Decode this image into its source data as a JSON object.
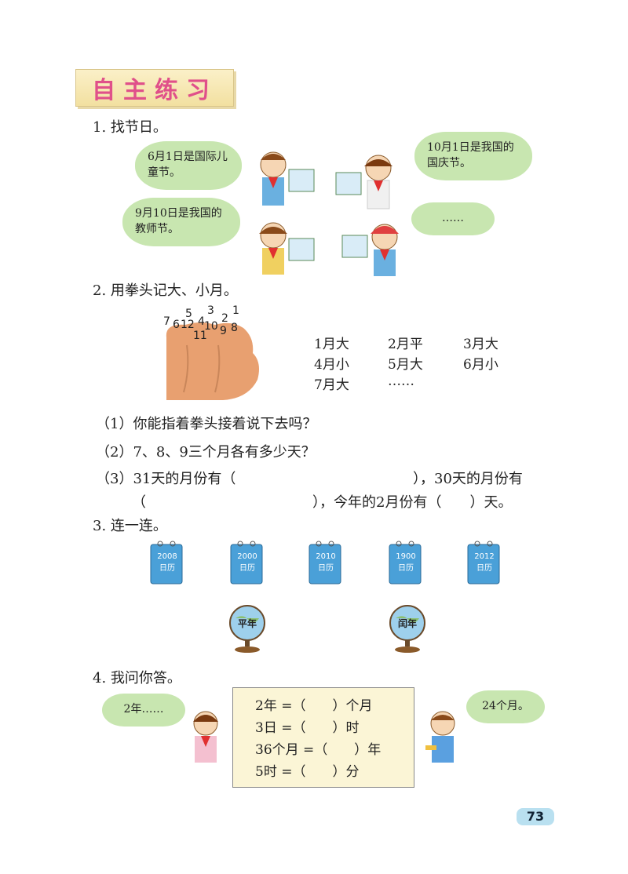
{
  "title": "自主练习",
  "q1": {
    "label": "1. 找节日。",
    "bubbles": [
      "6月1日是国际儿童节。",
      "10月1日是我国的国庆节。",
      "9月10日是我国的教师节。",
      "……"
    ]
  },
  "q2": {
    "label": "2. 用拳头记大、小月。",
    "knuckle_numbers": [
      "7",
      "6",
      "12",
      "5",
      "4",
      "11",
      "3",
      "10",
      "2",
      "9",
      "1",
      "8"
    ],
    "months": [
      [
        "1月大",
        "2月平",
        "3月大"
      ],
      [
        "4月小",
        "5月大",
        "6月小"
      ],
      [
        "7月大",
        "……"
      ]
    ],
    "sub1": "（1）你能指着拳头接着说下去吗？",
    "sub2": "（2）7、8、9三个月各有多少天？",
    "sub3a": "（3）31天的月份有（",
    "sub3b": "），30天的月份有",
    "sub3c": "（",
    "sub3d": "），今年的2月份有（　　）天。"
  },
  "q3": {
    "label": "3. 连一连。",
    "calendars": [
      {
        "year": "2008",
        "tag": "日历"
      },
      {
        "year": "2000",
        "tag": "日历"
      },
      {
        "year": "2010",
        "tag": "日历"
      },
      {
        "year": "1900",
        "tag": "日历"
      },
      {
        "year": "2012",
        "tag": "日历"
      }
    ],
    "globes": [
      "平年",
      "闰年"
    ]
  },
  "q4": {
    "label": "4. 我问你答。",
    "left_bubble": "2年……",
    "right_bubble": "24个月。",
    "lines": [
      "2年 =（　　）个月",
      "3日 =（　　）时",
      "36个月 =（　　）年",
      "5时 =（　　）分"
    ]
  },
  "page_number": "73",
  "colors": {
    "bubble": "#c8e6b0",
    "title": "#e0508a",
    "calendar": "#4aa0d8",
    "box": "#fbf5d6"
  }
}
